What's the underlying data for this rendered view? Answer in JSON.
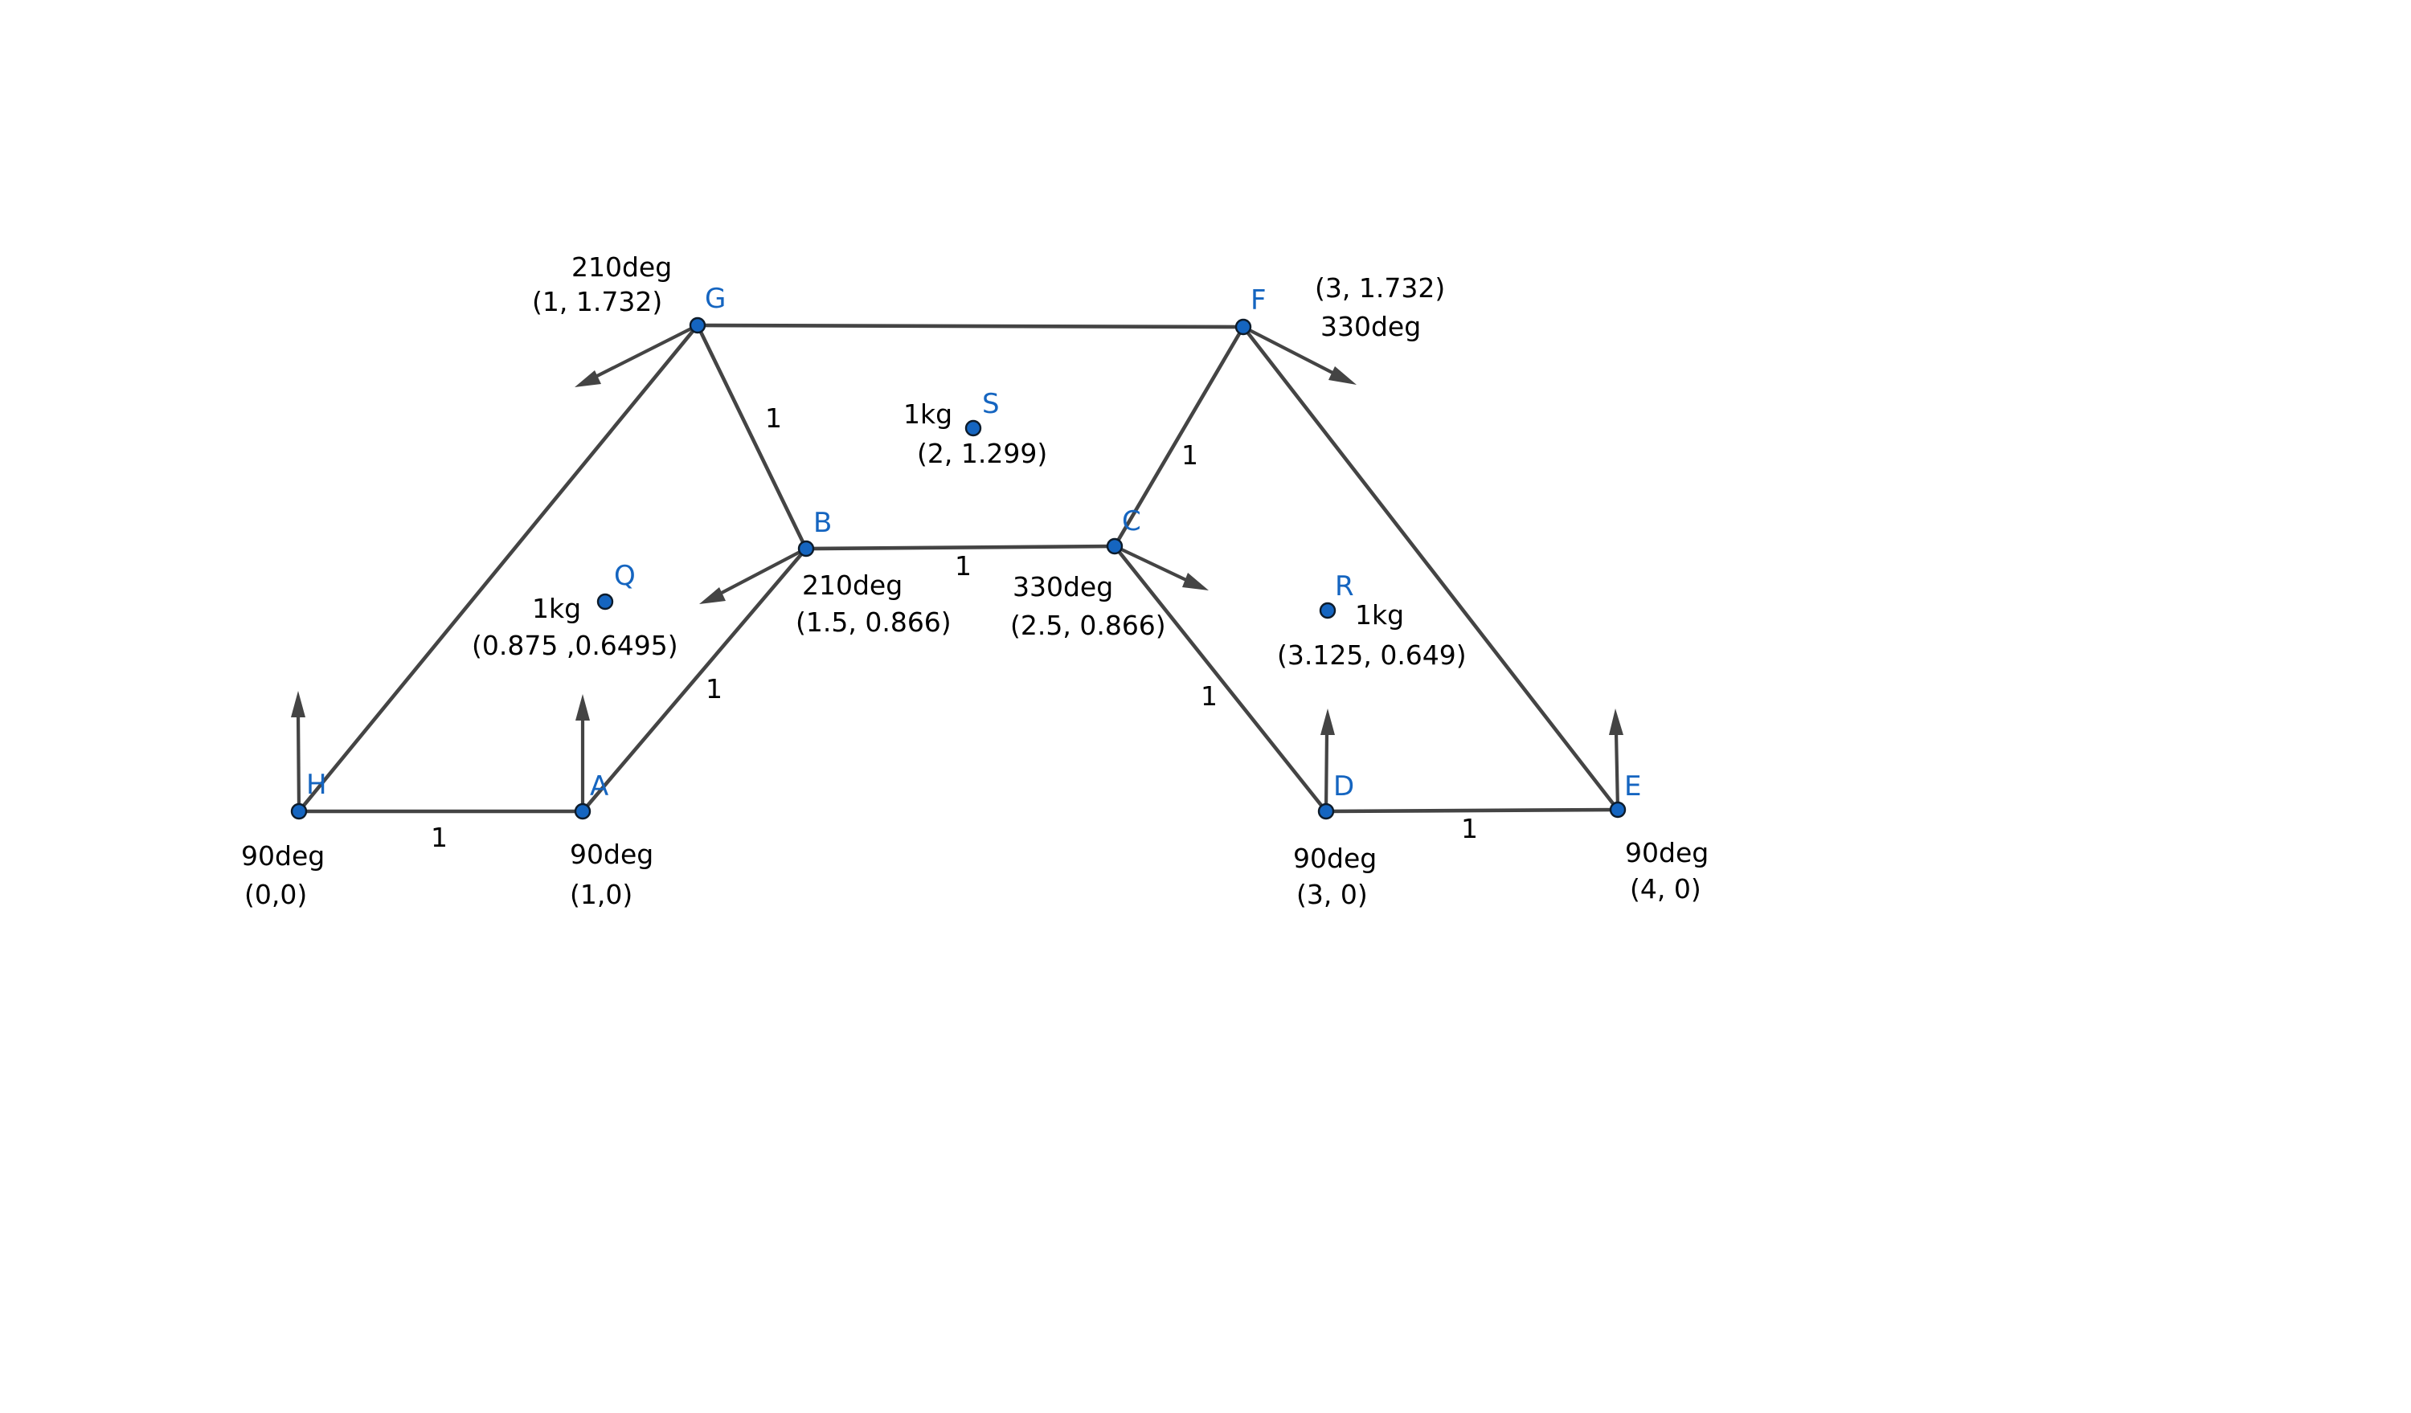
{
  "colors": {
    "point": "#1565c0",
    "label": "#1565c0",
    "line": "#444444",
    "text": "#000000"
  },
  "points": {
    "H": {
      "label": "H",
      "angle_label": "90deg",
      "coord_label": "(0,0)"
    },
    "A": {
      "label": "A",
      "angle_label": "90deg",
      "coord_label": "(1,0)"
    },
    "B": {
      "label": "B",
      "angle_label": "210deg",
      "coord_label": "(1.5, 0.866)"
    },
    "C": {
      "label": "C",
      "angle_label": "330deg",
      "coord_label": "(2.5, 0.866)"
    },
    "D": {
      "label": "D",
      "angle_label": "90deg",
      "coord_label": "(3, 0)"
    },
    "E": {
      "label": "E",
      "angle_label": "90deg",
      "coord_label": "(4, 0)"
    },
    "F": {
      "label": "F",
      "angle_label": "330deg",
      "coord_label": "(3, 1.732)"
    },
    "G": {
      "label": "G",
      "angle_label": "210deg",
      "coord_label": "(1, 1.732)"
    }
  },
  "masses": {
    "Q": {
      "label": "Q",
      "mass_label": "1kg",
      "coord_label": "(0.875 ,0.6495)"
    },
    "R": {
      "label": "R",
      "mass_label": "1kg",
      "coord_label": "(3.125, 0.649)"
    },
    "S": {
      "label": "S",
      "mass_label": "1kg",
      "coord_label": "(2, 1.299)"
    }
  },
  "edge_lengths": {
    "HA": "1",
    "AB": "1",
    "BG": "1",
    "BC": "1",
    "CF": "1",
    "CD": "1",
    "DE": "1"
  }
}
